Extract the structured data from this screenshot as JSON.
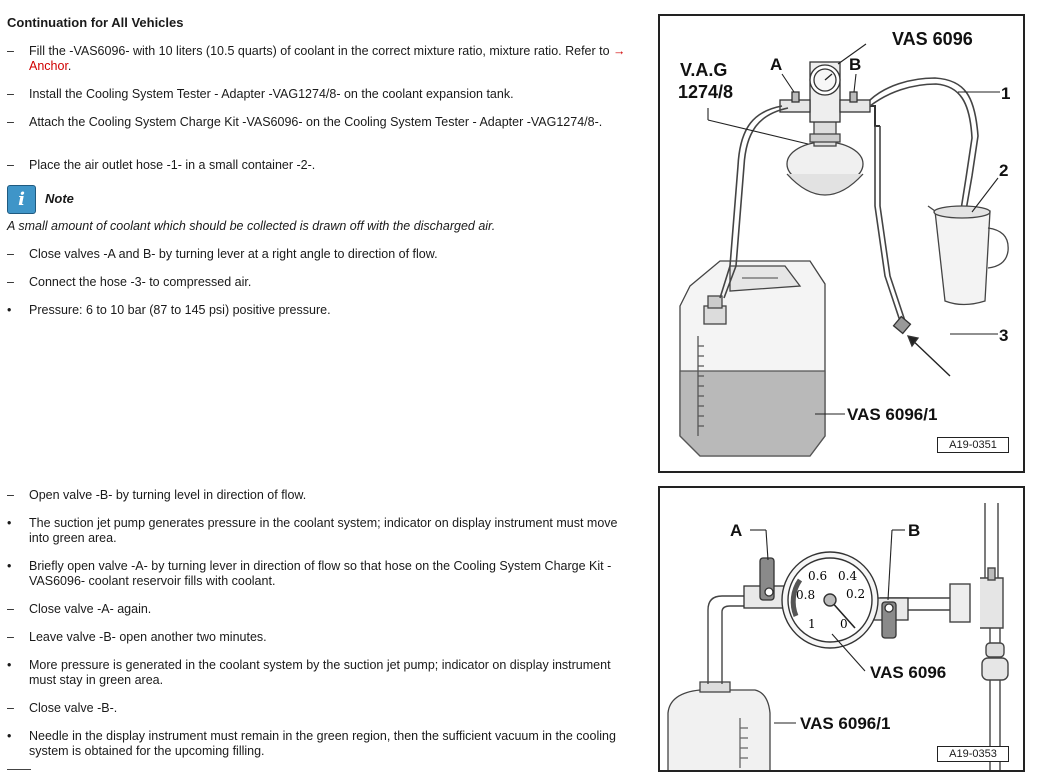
{
  "section_title": "Continuation for All Vehicles",
  "steps_top": [
    {
      "marker": "–",
      "text": "Fill the -VAS6096- with 10 liters (10.5 quarts) of coolant in the correct mixture ratio, mixture ratio. Refer to ",
      "link": "→ Anchor",
      "after": "."
    },
    {
      "marker": "–",
      "text": "Install the Cooling System Tester - Adapter -VAG1274/8- on the coolant expansion tank."
    },
    {
      "marker": "–",
      "text": "Attach the Cooling System Charge Kit -VAS6096- on the Cooling System Tester - Adapter -VAG1274/8-."
    },
    {
      "marker": "–",
      "text": "Place the air outlet hose -1- in a small container -2-."
    }
  ],
  "note": {
    "label": "Note",
    "text": "A small amount of coolant which should be collected is drawn off with the discharged air."
  },
  "steps_mid": [
    {
      "marker": "–",
      "text": "Close valves -A and B- by turning lever at a right angle to direction of flow."
    },
    {
      "marker": "–",
      "text": "Connect the hose -3- to compressed air."
    },
    {
      "marker": "•",
      "text": "Pressure: 6 to 10 bar (87 to 145 psi) positive pressure."
    }
  ],
  "steps_bottom": [
    {
      "marker": "–",
      "text": "Open valve -B- by turning level in direction of flow."
    },
    {
      "marker": "•",
      "text": "The suction jet pump generates pressure in the coolant system; indicator on display instrument must move into green area."
    },
    {
      "marker": "•",
      "text": "Briefly open valve -A- by turning lever in direction of flow so that hose on the Cooling System Charge Kit -VAS6096- coolant reservoir fills with coolant."
    },
    {
      "marker": "–",
      "text": "Close valve -A- again."
    },
    {
      "marker": "–",
      "text": "Leave valve -B- open another two minutes."
    },
    {
      "marker": "•",
      "text": "More pressure is generated in the coolant system by the suction jet pump; indicator on display instrument must stay in green area."
    },
    {
      "marker": "–",
      "text": "Close valve -B-."
    },
    {
      "marker": "•",
      "text": "Needle in the display instrument must remain in the green region, then the sufficient vacuum in the cooling system is obtained for the upcoming filling."
    }
  ],
  "figure1": {
    "code": "A19-0351",
    "labels": {
      "vas6096": "VAS 6096",
      "a": "A",
      "b": "B",
      "vag_line1": "V.A.G",
      "vag_line2": "1274/8",
      "n1": "1",
      "n2": "2",
      "n3": "3",
      "vas6096_1": "VAS 6096/1"
    }
  },
  "figure2": {
    "code": "A19-0353",
    "labels": {
      "a": "A",
      "b": "B",
      "vas6096": "VAS 6096",
      "vas6096_1": "VAS 6096/1"
    },
    "gauge_scale": [
      "0.6",
      "0.4",
      "0.8",
      "0.2",
      "1",
      "0"
    ]
  }
}
